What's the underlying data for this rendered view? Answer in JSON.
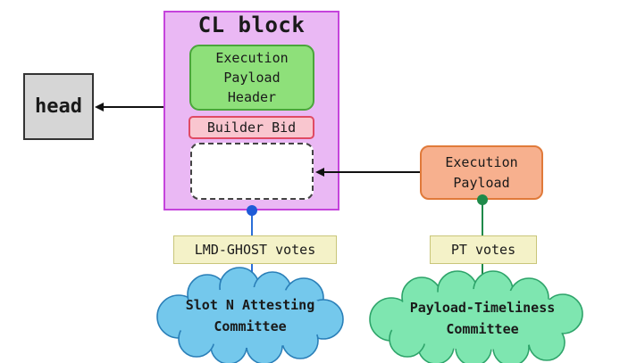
{
  "diagram": {
    "cl_block": {
      "title": "CL block"
    },
    "execution_payload_header": {
      "label": "Execution\nPayload\nHeader"
    },
    "builder_bid": {
      "label": "Builder Bid"
    },
    "head": {
      "label": "head"
    },
    "execution_payload": {
      "label": "Execution\nPayload"
    },
    "lmd_ghost_votes": {
      "label": "LMD-GHOST votes"
    },
    "pt_votes": {
      "label": "PT votes"
    },
    "slot_committee": {
      "label": "Slot N Attesting\nCommittee"
    },
    "ptc_committee": {
      "label": "Payload-Timeliness\nCommittee"
    }
  },
  "colors": {
    "cl_block_fill": "#eab8f4",
    "header_fill": "#8ee07a",
    "builder_bid_fill": "#f9c6cf",
    "payload_fill": "#f7b08e",
    "vote_label_fill": "#f4f2c8",
    "slot_cloud_fill": "#74c8ec",
    "ptc_cloud_fill": "#7ee6b0",
    "lmd_dot": "#1e5bd8",
    "pt_dot": "#1f8a4a"
  }
}
